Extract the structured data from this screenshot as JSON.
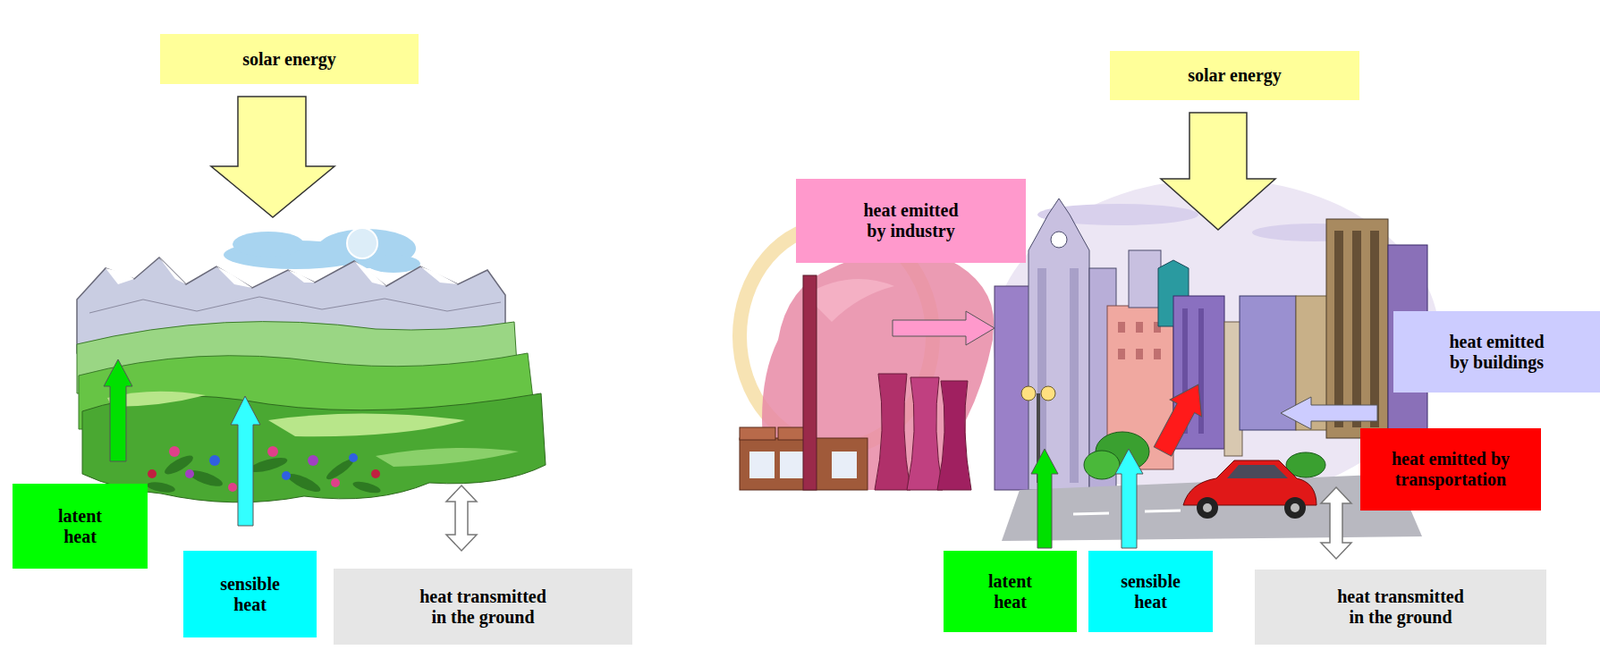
{
  "diagram": {
    "nodes": [
      {
        "text": [
          "solar energy"
        ]
      },
      {
        "text": [
          "latent heat"
        ]
      },
      {
        "text": [
          "sensible heat"
        ]
      },
      {
        "text": [
          "heat transmitted in the ground"
        ]
      },
      {
        "text": [
          "heat emitted by industry"
        ]
      },
      {
        "text": [
          "solar energy"
        ]
      },
      {
        "text": [
          "heat emitted by buildings"
        ]
      },
      {
        "text": [
          "heat emitted by transportation"
        ]
      },
      {
        "text": [
          "latent heat"
        ]
      },
      {
        "text": [
          "sensible heat"
        ]
      },
      {
        "text": [
          "heat transmitted in the ground"
        ]
      }
    ]
  }
}
